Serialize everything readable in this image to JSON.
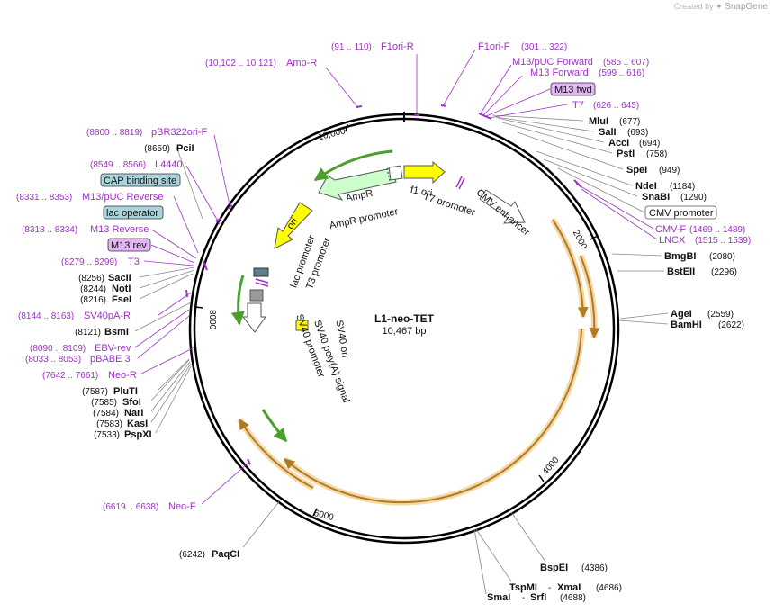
{
  "credit": {
    "prefix": "Created by",
    "brand": "SnapGene"
  },
  "plasmid": {
    "name": "L1-neo-TET",
    "length": "10,467 bp"
  },
  "ticks": [
    "10,000",
    "2000",
    "4000",
    "6000",
    "8000"
  ],
  "sites_right": [
    {
      "name": "MluI",
      "pos": "(677)"
    },
    {
      "name": "SalI",
      "pos": "(693)"
    },
    {
      "name": "AccI",
      "pos": "(694)"
    },
    {
      "name": "PstI",
      "pos": "(758)"
    },
    {
      "name": "SpeI",
      "pos": "(949)"
    },
    {
      "name": "NdeI",
      "pos": "(1184)"
    },
    {
      "name": "SnaBI",
      "pos": "(1290)"
    },
    {
      "name": "BmgBI",
      "pos": "(2080)"
    },
    {
      "name": "BstEII",
      "pos": "(2296)"
    },
    {
      "name": "AgeI",
      "pos": "(2559)"
    },
    {
      "name": "BamHI",
      "pos": "(2622)"
    }
  ],
  "sites_bottom": [
    {
      "name": "BspEI",
      "pos": "(4386)"
    },
    {
      "name": "TspMI",
      "sep": "- ",
      "name2": "XmaI",
      "pos": "(4686)"
    },
    {
      "name": "SmaI",
      "sep": "- ",
      "name2": "SrfI",
      "pos": "(4688)"
    },
    {
      "name": "PaqCI",
      "pos": "(6242)"
    }
  ],
  "sites_left": [
    {
      "name": "PciI",
      "pos": "(8659)"
    },
    {
      "name": "SacII",
      "pos": "(8256)"
    },
    {
      "name": "NotI",
      "pos": "(8244)"
    },
    {
      "name": "FseI",
      "pos": "(8216)"
    },
    {
      "name": "BsmI",
      "pos": "(8121)"
    },
    {
      "name": "PluTI",
      "pos": "(7587)"
    },
    {
      "name": "SfoI",
      "pos": "(7585)"
    },
    {
      "name": "NarI",
      "pos": "(7584)"
    },
    {
      "name": "KasI",
      "pos": "(7583)"
    },
    {
      "name": "PspXI",
      "pos": "(7533)"
    }
  ],
  "primers": [
    {
      "name": "F1ori-R",
      "pos": "(91 .. 110)"
    },
    {
      "name": "Amp-R",
      "pos": "(10,102 .. 10,121)"
    },
    {
      "name": "F1ori-F",
      "pos": "(301 .. 322)"
    },
    {
      "name": "M13/pUC Forward",
      "pos": "(585 .. 607)"
    },
    {
      "name": "M13 Forward",
      "pos": "(599 .. 616)"
    },
    {
      "name": "T7",
      "pos": "(626 .. 645)"
    },
    {
      "name": "CMV-F",
      "pos": "(1469 .. 1489)"
    },
    {
      "name": "LNCX",
      "pos": "(1515 .. 1539)"
    },
    {
      "name": "pBR322ori-F",
      "pos": "(8800 .. 8819)"
    },
    {
      "name": "L4440",
      "pos": "(8549 .. 8566)"
    },
    {
      "name": "M13/pUC Reverse",
      "pos": "(8331 .. 8353)"
    },
    {
      "name": "M13 Reverse",
      "pos": "(8318 .. 8334)"
    },
    {
      "name": "T3",
      "pos": "(8279 .. 8299)"
    },
    {
      "name": "SV40pA-R",
      "pos": "(8144 .. 8163)"
    },
    {
      "name": "EBV-rev",
      "pos": "(8090 .. 8109)"
    },
    {
      "name": "pBABE 3'",
      "pos": "(8033 .. 8053)"
    },
    {
      "name": "Neo-R",
      "pos": "(7642 .. 7661)"
    },
    {
      "name": "Neo-F",
      "pos": "(6619 .. 6638)"
    }
  ],
  "boxed_labels": [
    {
      "name": "M13 fwd",
      "kind": "primer"
    },
    {
      "name": "CMV promoter",
      "kind": "promoter"
    },
    {
      "name": "CAP binding site",
      "kind": "protein_bind"
    },
    {
      "name": "lac operator",
      "kind": "protein_bind"
    },
    {
      "name": "M13 rev",
      "kind": "primer"
    }
  ],
  "features": {
    "ampr": "AmpR",
    "ampr_promoter": "AmpR promoter",
    "f1_ori": "f1 ori",
    "t7_promoter": "T7 promoter",
    "cmv_enhancer": "CMV enhancer",
    "ori": "ori",
    "lac_promoter": "lac promoter",
    "t3_promoter": "T3 promoter",
    "sv40_polya": "SV40 poly(A) signal",
    "sv40_promoter": "SV40 promoter",
    "sv40_ori": "SV40 ori"
  },
  "colors": {
    "primer": "#a030c8",
    "primer_box": "#e3b5f5",
    "protein_bind_box": "#a9d4dc",
    "ori": "#ffff00",
    "ampr": "#ccffcc",
    "orf_orange": "#d89a3a",
    "orf_green": "#4aa02c"
  }
}
